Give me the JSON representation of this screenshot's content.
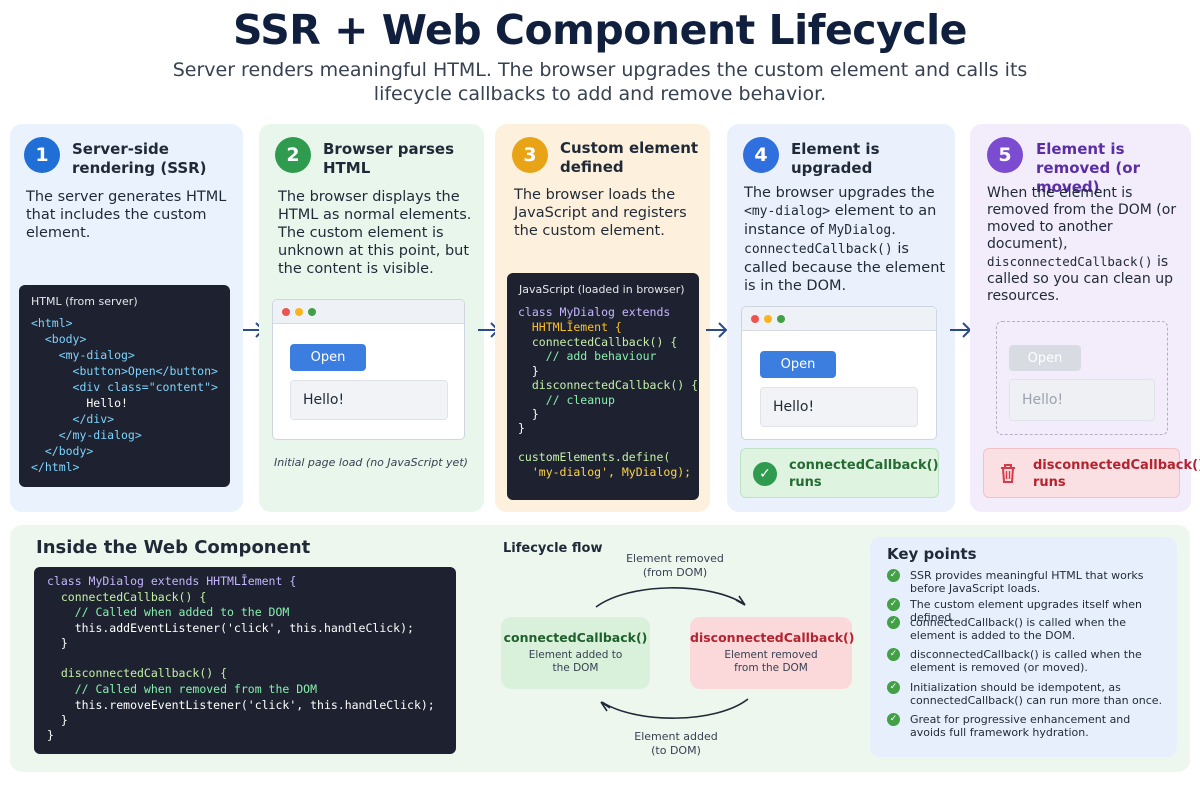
{
  "title": "SSR + Web Component Lifecycle",
  "subtitle": "Server renders meaningful HTML. The browser upgrades the custom element and calls its lifecycle callbacks to add and remove behavior.",
  "colors": {
    "blue": "#1f6fd6",
    "green": "#2e9b4f",
    "orange": "#e8a317",
    "blue2": "#2f6fde",
    "purple": "#7b4bd0"
  },
  "steps": [
    {
      "num": "1",
      "title": "Server-side rendering (SSR)",
      "desc": "The server generates HTML that includes the custom element.",
      "code_head": "HTML (from server)"
    },
    {
      "num": "2",
      "title": "Browser parses HTML",
      "desc": "The browser displays the HTML as normal elements. The custom element is unknown at this point, but the content is visible.",
      "open": "Open",
      "hello": "Hello!",
      "caption": "Initial page load (no JavaScript yet)"
    },
    {
      "num": "3",
      "title": "Custom element defined",
      "desc": "The browser loads the JavaScript and registers the custom element.",
      "code_head": "JavaScript (loaded in browser)"
    },
    {
      "num": "4",
      "title": "Element is upgraded",
      "desc_a": "The browser upgrades the",
      "desc_b": "<my-dialog>",
      "desc_c": "element to an instance of",
      "desc_d": "MyDialog",
      "desc_e": ".",
      "desc_f": "connectedCallback()",
      "desc_g": "is called because the element is in the DOM.",
      "open": "Open",
      "hello": "Hello!",
      "status": "connectedCallback() runs"
    },
    {
      "num": "5",
      "title": "Element is removed (or moved)",
      "desc_a": "When the element is removed from the DOM (or moved to another document),",
      "desc_b": "disconnectedCallback()",
      "desc_c": "is called so you can clean up resources.",
      "open": "Open",
      "hello": "Hello!",
      "status": "disconnectedCallback() runs"
    }
  ],
  "html_code": [
    "<html>",
    "  <body>",
    "    <my-dialog>",
    "      <button>Open</button>",
    "      <div class=\"content\">",
    "        Hello!",
    "      </div>",
    "    </my-dialog>",
    "  </body>",
    "</html>"
  ],
  "js_code": [
    "class MyDialog extends",
    "  HHTMLĪement {",
    "  connectedCallback() {",
    "    // add behaviour",
    "  }",
    "  disconnectedCallback() {",
    "    // cleanup",
    "  }",
    "}",
    "",
    "customElements.define(",
    "  'my-dialog', MyDialog);"
  ],
  "inside": {
    "title": "Inside the Web Component",
    "code": [
      "class MyDialog extends HHTMLĪement {",
      "  connectedCallback() {",
      "    // Called when added to the DOM",
      "    this.addEventListener('click', this.handleClick);",
      "  }",
      "",
      "  disconnectedCallback() {",
      "    // Called when removed from the DOM",
      "    this.removeEventListener('click', this.handleClick);",
      "  }",
      "}"
    ]
  },
  "flow": {
    "title": "Lifecycle flow",
    "top_label": "Element removed (from DOM)",
    "bottom_label": "Element added (to DOM)",
    "connected": {
      "name": "connectedCallback()",
      "desc": "Element added to the DOM"
    },
    "disconnected": {
      "name": "disconnectedCallback()",
      "desc": "Element removed from the DOM"
    }
  },
  "key_points": {
    "title": "Key points",
    "items": [
      "SSR provides meaningful HTML that works before JavaScript loads.",
      "The custom element upgrades itself when defined.",
      "connectedCallback() is called when the element is added to the DOM.",
      "disconnectedCallback() is called when the element is removed (or moved).",
      "Initialization should be idempotent, as connectedCallback() can run more than once.",
      "Great for progressive enhancement and avoids full framework hydration."
    ]
  }
}
